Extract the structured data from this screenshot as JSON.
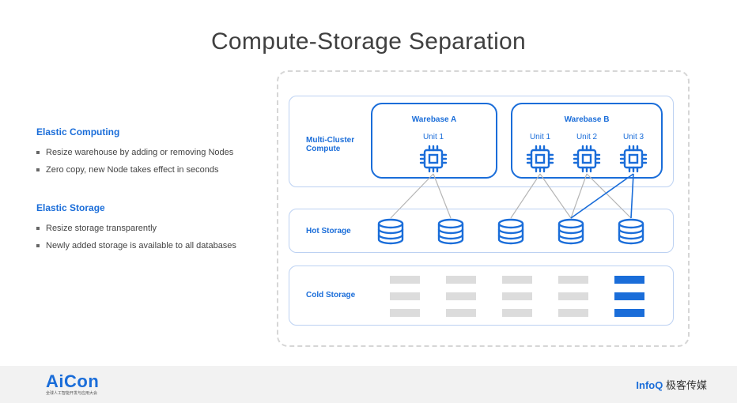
{
  "title": "Compute-Storage Separation",
  "left": {
    "sections": [
      {
        "title": "Elastic Computing",
        "bullets": [
          "Resize warehouse by adding or removing Nodes",
          "Zero copy, new Node takes effect in seconds"
        ]
      },
      {
        "title": "Elastic Storage",
        "bullets": [
          "Resize storage transparently",
          "Newly added storage is available to all databases"
        ]
      }
    ]
  },
  "diagram": {
    "compute_label": "Multi-Cluster Compute",
    "warebase_a": {
      "title": "Warebase A",
      "units": [
        "Unit 1"
      ]
    },
    "warebase_b": {
      "title": "Warebase B",
      "units": [
        "Unit 1",
        "Unit 2",
        "Unit 3"
      ]
    },
    "hot_label": "Hot Storage",
    "cold_label": "Cold Storage",
    "hot_db_count": 5,
    "cold_columns": 5,
    "cold_rows": 3,
    "cold_active_column": 5,
    "colors": {
      "accent": "#1a6dd9",
      "layer_border": "#bcd1f2",
      "inactive_block": "#dcdcdc",
      "gray_link": "#b5b5b5"
    }
  },
  "footer": {
    "left_logo": "AiCon",
    "left_sub": "全球人工智能开发与应用大会",
    "right_mark": "InfoQ",
    "right_text": "极客传媒"
  },
  "icons": {
    "unit": "chip-icon",
    "hot_storage": "database-icon",
    "bullet": "square-bullet-icon"
  }
}
